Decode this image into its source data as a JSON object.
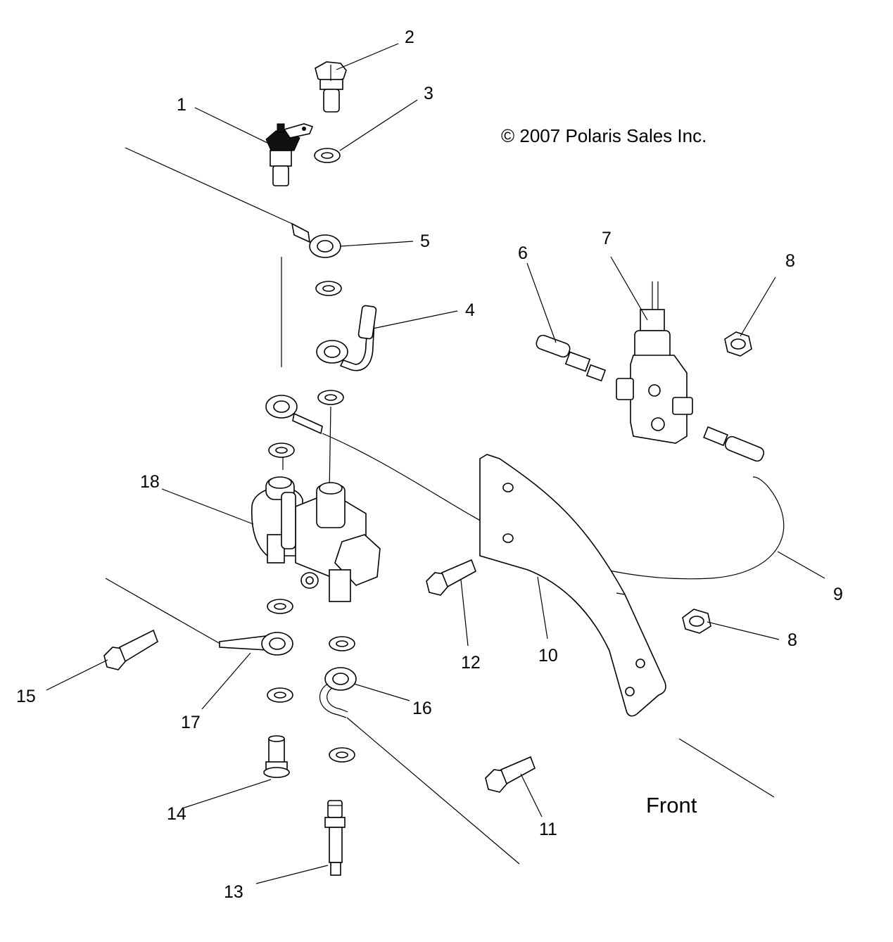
{
  "copyright": "© 2007 Polaris Sales Inc.",
  "orientation_label": "Front",
  "callouts": {
    "c1": "1",
    "c2": "2",
    "c3": "3",
    "c4": "4",
    "c5": "5",
    "c6": "6",
    "c7": "7",
    "c8a": "8",
    "c8b": "8",
    "c9": "9",
    "c10": "10",
    "c11": "11",
    "c12": "12",
    "c13": "13",
    "c14": "14",
    "c15": "15",
    "c16": "16",
    "c17": "17",
    "c18": "18"
  }
}
